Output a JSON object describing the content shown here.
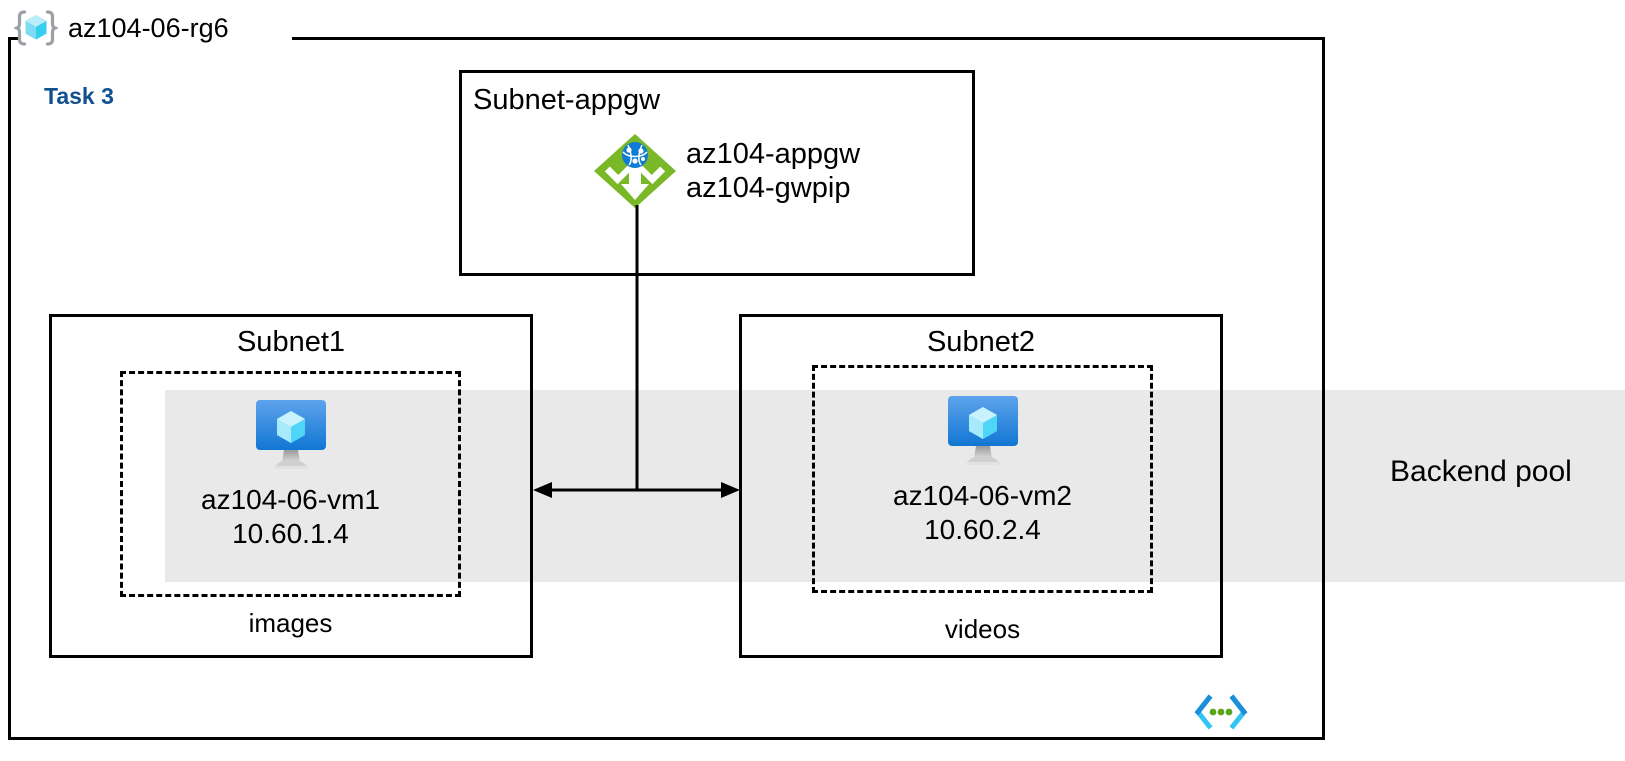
{
  "diagram": {
    "title": "az104-06-rg6",
    "task_label": "Task 3",
    "resource_group_icon": "resource-group-icon",
    "vnet_icon": "virtual-network-icon",
    "colors": {
      "task_blue": "#12508f",
      "backend_band_gray": "#e9e9e9",
      "gateway_green": "#7ab828",
      "vm_blue": "#1380da",
      "cube_cyan": "#8fe3f5",
      "border_black": "#000000",
      "vnet_icon_cyan": "#32c5f4",
      "vnet_icon_blue": "#1a8fd8",
      "vnet_icon_green": "#5ba518"
    }
  },
  "backend_pool": {
    "label": "Backend pool"
  },
  "subnets": {
    "appgw": {
      "name": "Subnet-appgw",
      "gateway": {
        "icon": "application-gateway-icon",
        "line1": "az104-appgw",
        "line2": "az104-gwpip"
      }
    },
    "subnet1": {
      "name": "Subnet1",
      "storage_label": "images",
      "vm": {
        "icon": "virtual-machine-icon",
        "name": "az104-06-vm1",
        "ip": "10.60.1.4"
      }
    },
    "subnet2": {
      "name": "Subnet2",
      "storage_label": "videos",
      "vm": {
        "icon": "virtual-machine-icon",
        "name": "az104-06-vm2",
        "ip": "10.60.2.4"
      }
    }
  }
}
